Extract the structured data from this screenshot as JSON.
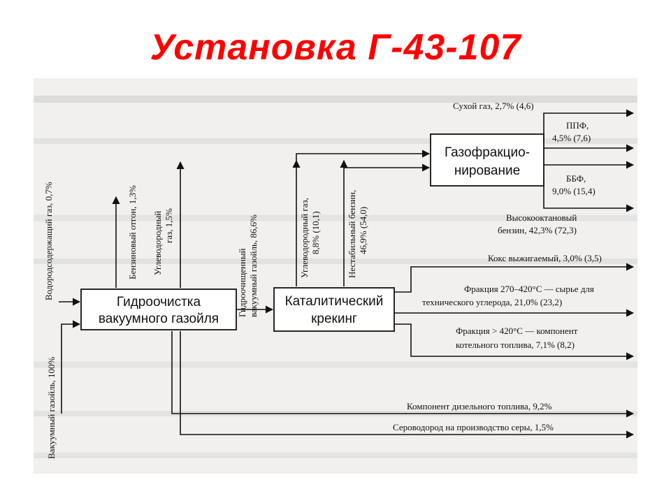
{
  "title": "Установка Г-43-107",
  "boxes": {
    "hydrotreating": [
      "Гидроочистка",
      "вакуумного газойля"
    ],
    "cracking": [
      "Каталитический",
      "крекинг"
    ],
    "gasfrac": [
      "Газофракцио-",
      "нирование"
    ]
  },
  "inputs": {
    "feed": "Вакуумный газойль, 100%",
    "h2s_gas": "Водородсодержащий газ, 0,7%"
  },
  "streams": {
    "gasoline_tail": "Бензиновый отгон, 1,3%",
    "hc_gas_1": [
      "Углеводородный",
      "газ, 1,5%"
    ],
    "treated_vgo": [
      "Гидроочищенный",
      "вакуумный газойль, 86,6%"
    ],
    "hc_gas_2": [
      "Углеводородный газ,",
      "8,8% (10,1)"
    ],
    "unstable_gasoline": [
      "Нестабильный бензин,",
      "46,9% (54,0)"
    ]
  },
  "outputs": [
    {
      "lines": [
        "Сухой газ, 2,7% (4,6)"
      ]
    },
    {
      "lines": [
        "ППФ,",
        "4,5% (7,6)"
      ]
    },
    {
      "lines": [
        "ББФ,",
        "9,0% (15,4)"
      ]
    },
    {
      "lines": [
        "Высокооктановый",
        "бензин, 42,3% (72,3)"
      ]
    },
    {
      "lines": [
        "Кокс выжигаемый, 3,0% (3,5)"
      ]
    },
    {
      "lines": [
        "Фракция 270–420°С — сырье для",
        "технического углерода, 21,0% (23,2)"
      ]
    },
    {
      "lines": [
        "Фракция > 420°С — компонент",
        "котельного топлива, 7,1% (8,2)"
      ]
    },
    {
      "lines": [
        "Компонент дизельного топлива, 9,2%"
      ]
    },
    {
      "lines": [
        "Сероводород на производство серы, 1,5%"
      ]
    }
  ]
}
